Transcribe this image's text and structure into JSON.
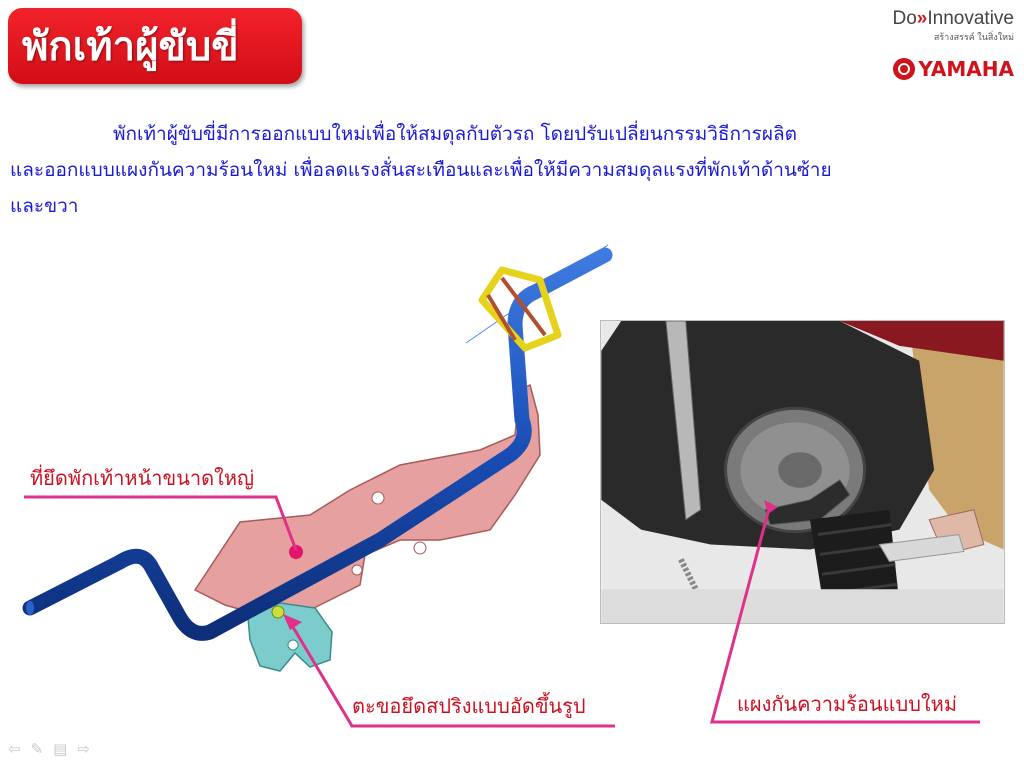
{
  "title": "พักเท้าผู้ขับขี่",
  "brand": {
    "do_prefix": "Do",
    "do_arrows": "»",
    "do_word": "Innovative",
    "tagline": "สร้างสรรค์ ในสิ่งใหม่",
    "yamaha": "YAMAHA"
  },
  "description": {
    "line1": "พักเท้าผู้ขับขี่มีการออกแบบใหม่เพื่อให้สมดุลกับตัวรถ  โดยปรับเปลี่ยนกรรมวิธีการผลิต",
    "line2": "และออกแบบแผงกันความร้อนใหม่  เพื่อลดแรงสั่นสะเทือนและเพื่อให้มีความสมดุลแรงที่พักเท้าด้านซ้าย",
    "line3": "และขวา"
  },
  "callouts": {
    "big_bracket": "ที่ยึดพักเท้าหน้าขนาดใหญ่",
    "spring_hook": "ตะขอยึดสปริงแบบอัดขึ้นรูป",
    "heat_shield": "แผงกันความร้อนแบบใหม่"
  },
  "colors": {
    "title_red": "#e0141d",
    "text_blue": "#1a1ad6",
    "callout_red": "#cc1020",
    "pointer_pink": "#e0308a",
    "tube_blue": "#1a4fb8",
    "bracket_pink": "#e08a8a"
  },
  "nav": {
    "prev": "⇦",
    "pen": "✎",
    "menu": "▤",
    "next": "⇨"
  }
}
